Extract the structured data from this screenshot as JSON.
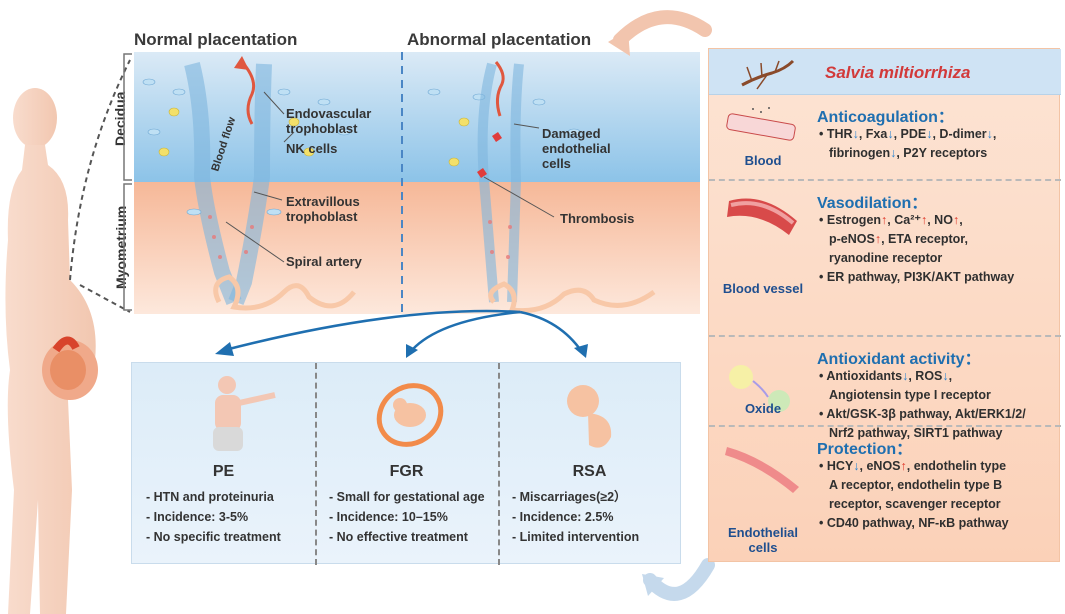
{
  "normal_title": "Normal placentation",
  "abnormal_title": "Abnormal placentation",
  "left_labels": {
    "decidua": "Decidua",
    "myometrium": "Myometrium"
  },
  "normal_labels": {
    "blood_flow": "Blood flow",
    "endovascular": [
      "Endovascular",
      "trophoblast"
    ],
    "nk": "NK cells",
    "extravillous": [
      "Extravillous",
      "trophoblast"
    ],
    "spiral": "Spiral artery"
  },
  "abnormal_labels": {
    "damaged": [
      "Damaged",
      "endothelial",
      "cells"
    ],
    "thrombosis": "Thrombosis"
  },
  "salvia": "Salvia miltiorrhiza",
  "sections": [
    {
      "icon_label": "Blood",
      "heading": "Anticoagulation：",
      "items": [
        [
          [
            "THR",
            ""
          ],
          [
            "↓",
            "dn"
          ],
          [
            ", Fxa",
            ""
          ],
          [
            "↓",
            "dn"
          ],
          [
            ", PDE",
            ""
          ],
          [
            "↓",
            "dn"
          ],
          [
            ", D-dimer",
            ""
          ],
          [
            "↓",
            "dn"
          ],
          [
            ",",
            ""
          ]
        ],
        [
          [
            "fibrinogen",
            ""
          ],
          [
            "↓",
            "dn"
          ],
          [
            ", P2Y receptors",
            ""
          ]
        ]
      ]
    },
    {
      "icon_label": "Blood vessel",
      "heading": "Vasodilation：",
      "items": [
        [
          [
            "Estrogen",
            ""
          ],
          [
            "↑",
            "up"
          ],
          [
            ", Ca²⁺",
            ""
          ],
          [
            "↑",
            "up"
          ],
          [
            ", NO",
            ""
          ],
          [
            "↑",
            "up"
          ],
          [
            ",",
            ""
          ]
        ],
        [
          [
            "p-eNOS",
            ""
          ],
          [
            "↑",
            "up"
          ],
          [
            ", ETA  receptor,",
            ""
          ]
        ],
        [
          [
            "ryanodine receptor",
            ""
          ]
        ],
        [
          [
            "ER pathway, PI3K/AKT pathway",
            ""
          ]
        ]
      ]
    },
    {
      "icon_label": "Oxide",
      "heading": "Antioxidant activity：",
      "items": [
        [
          [
            "Antioxidants",
            ""
          ],
          [
            "↓",
            "dn"
          ],
          [
            ", ROS",
            ""
          ],
          [
            "↓",
            "dn"
          ],
          [
            ",",
            ""
          ]
        ],
        [
          [
            "Angiotensin type I receptor",
            ""
          ]
        ],
        [
          [
            "Akt/GSK-3β pathway, Akt/ERK1/2/",
            ""
          ]
        ],
        [
          [
            "Nrf2 pathway, SIRT1 pathway",
            ""
          ]
        ]
      ]
    },
    {
      "icon_label": [
        "Endothelial",
        "cells"
      ],
      "heading": "Protection：",
      "items": [
        [
          [
            "HCY",
            ""
          ],
          [
            "↓",
            "dn"
          ],
          [
            ", eNOS",
            ""
          ],
          [
            "↑",
            "up"
          ],
          [
            ", endothelin type",
            ""
          ]
        ],
        [
          [
            "A receptor, endothelin type B",
            ""
          ]
        ],
        [
          [
            "receptor, scavenger receptor",
            ""
          ]
        ],
        [
          [
            "CD40 pathway, NF-κB pathway",
            ""
          ]
        ]
      ]
    }
  ],
  "bottom": [
    {
      "name": "PE",
      "items": [
        "HTN and proteinuria",
        "Incidence: 3-5%",
        "No specific treatment"
      ]
    },
    {
      "name": "FGR",
      "items": [
        "Small for gestational age",
        "Incidence: 10–15%",
        "No effective  treatment"
      ]
    },
    {
      "name": "RSA",
      "items": [
        "Miscarriages(≥2）",
        "Incidence: 2.5%",
        "Limited  intervention"
      ]
    }
  ],
  "colors": {
    "accent_blue": "#1f6fb0",
    "down_arrow": "#2f86d0",
    "up_arrow": "#e0392b",
    "panel": "#fbd8c2"
  }
}
